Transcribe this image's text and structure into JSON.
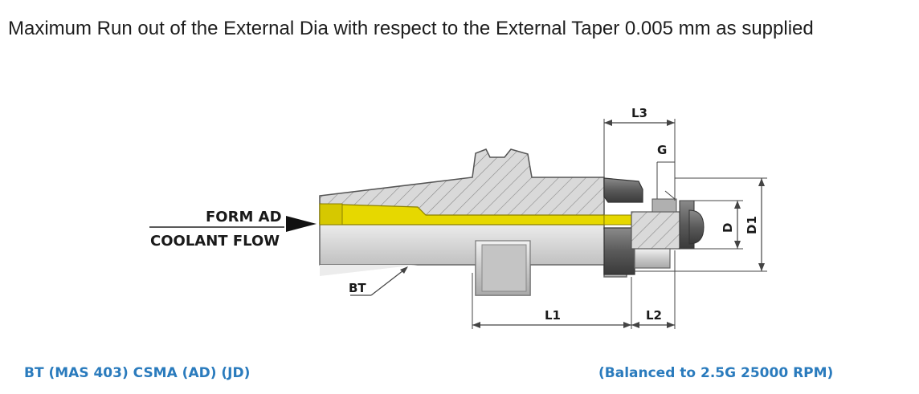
{
  "caption": "Maximum Run out of the External Dia with respect to the External Taper 0.005 mm as supplied",
  "labels": {
    "form": "FORM AD",
    "coolant": "COOLANT FLOW",
    "bt": "BT",
    "l1": "L1",
    "l2": "L2",
    "l3": "L3",
    "g": "G",
    "d": "D",
    "d1": "D1"
  },
  "footer": {
    "left": "BT (MAS 403) CSMA (AD) (JD)",
    "right": "(Balanced to 2.5G 25000 RPM)"
  },
  "colors": {
    "body": "#d6d6d6",
    "coolant": "#e6d800",
    "footer": "#2a7bbd"
  }
}
